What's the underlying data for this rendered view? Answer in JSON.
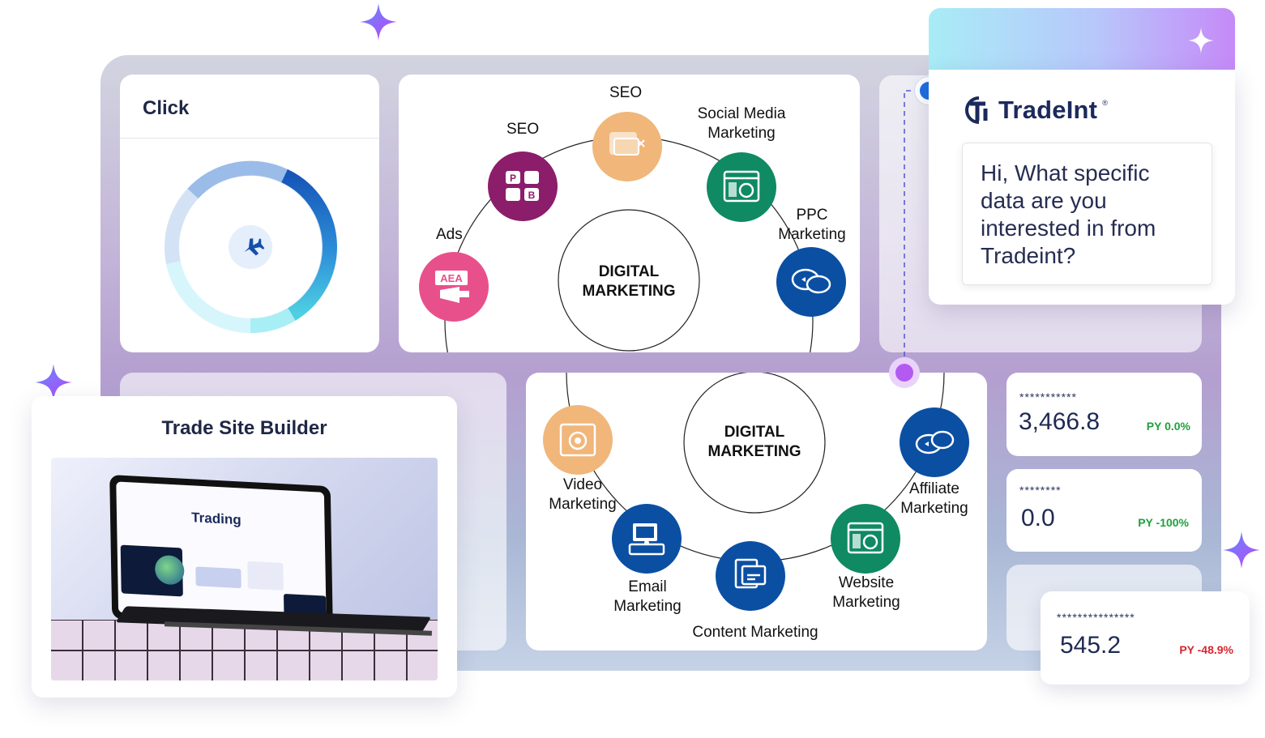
{
  "click_card": {
    "title": "Click",
    "icon": "airplane-icon"
  },
  "wheel_top": {
    "center": [
      "DIGITAL",
      "MARKETING"
    ],
    "labels": {
      "seo_top": "SEO",
      "seo_left": "SEO",
      "social_line1": "Social Media",
      "social_line2": "Marketing",
      "ppc_line1": "PPC",
      "ppc_line2": "Marketing",
      "ads": "Ads"
    }
  },
  "wheel_bottom": {
    "center": [
      "DIGITAL",
      "MARKETING"
    ],
    "labels": {
      "video_line1": "Video",
      "video_line2": "Marketing",
      "email_line1": "Email",
      "email_line2": "Marketing",
      "content": "Content Marketing",
      "website_line1": "Website",
      "website_line2": "Marketing",
      "affiliate_line1": "Affiliate",
      "affiliate_line2": "Marketing"
    }
  },
  "chat": {
    "brand": "TradeInt",
    "message": "Hi, What specific data are you interested in from Tradeint?"
  },
  "stats": [
    {
      "mask": "***********",
      "value": "3,466.8",
      "py": "PY 0.0%",
      "py_color": "#1fa13c"
    },
    {
      "mask": "********",
      "value": "0.0",
      "py": "PY -100%",
      "py_color": "#1fa13c"
    },
    {
      "mask": "***************",
      "value": "545.2",
      "py": "PY -48.9%",
      "py_color": "#d7262e"
    }
  ],
  "trade_site_builder": {
    "title": "Trade Site Builder",
    "screen_heading": "Trading"
  },
  "colors": {
    "donut_dark": "#1565c0",
    "donut_light": "#9bbce9",
    "accent_purple": "#a855f7",
    "accent_blue": "#1d6fe0"
  }
}
